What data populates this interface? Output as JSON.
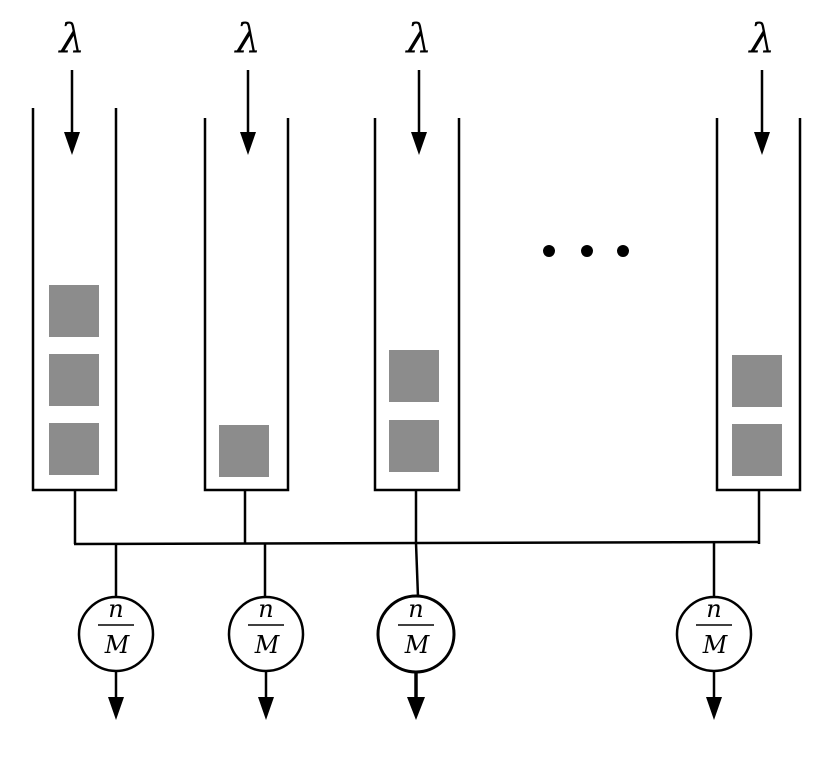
{
  "diagram": {
    "arrival_symbol": "λ",
    "server_rate": {
      "numerator": "n",
      "denominator": "M"
    },
    "ellipsis": "• • •",
    "queues": [
      {
        "id": "queue-1",
        "packets": 3
      },
      {
        "id": "queue-2",
        "packets": 1
      },
      {
        "id": "queue-3",
        "packets": 2
      },
      {
        "id": "queue-last",
        "packets": 2
      }
    ],
    "servers": [
      {
        "id": "server-1"
      },
      {
        "id": "server-2"
      },
      {
        "id": "server-3"
      },
      {
        "id": "server-last"
      }
    ],
    "colors": {
      "packet": "#8c8c8c",
      "line": "#000000",
      "background": "#ffffff"
    }
  }
}
